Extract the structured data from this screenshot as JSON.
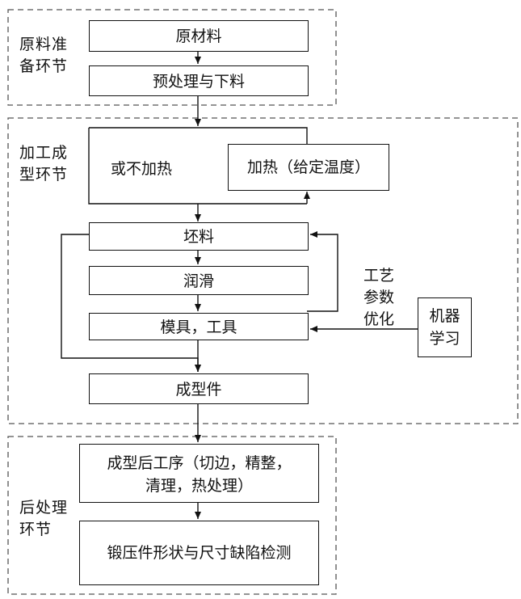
{
  "sections": {
    "prep": {
      "label_line1": "原料准",
      "label_line2": "备环节"
    },
    "forming": {
      "label_line1": "加工成",
      "label_line2": "型环节"
    },
    "post": {
      "label_line1": "后处理",
      "label_line2": "环节"
    }
  },
  "nodes": {
    "raw_material": "原材料",
    "pretreatment": "预处理与下料",
    "no_heating": "或不加热",
    "heating": "加热（给定温度）",
    "billet": "坯料",
    "lubrication": "润滑",
    "die_tool": "模具，工具",
    "formed_part": "成型件",
    "post_process_line1": "成型后工序（切边，精整，",
    "post_process_line2": "清理，热处理）",
    "inspection": "锻压件形状与尺寸缺陷检测",
    "ml_line1": "机器",
    "ml_line2": "学习"
  },
  "annotations": {
    "optimization_line1": "工艺",
    "optimization_line2": "参数",
    "optimization_line3": "优化"
  }
}
